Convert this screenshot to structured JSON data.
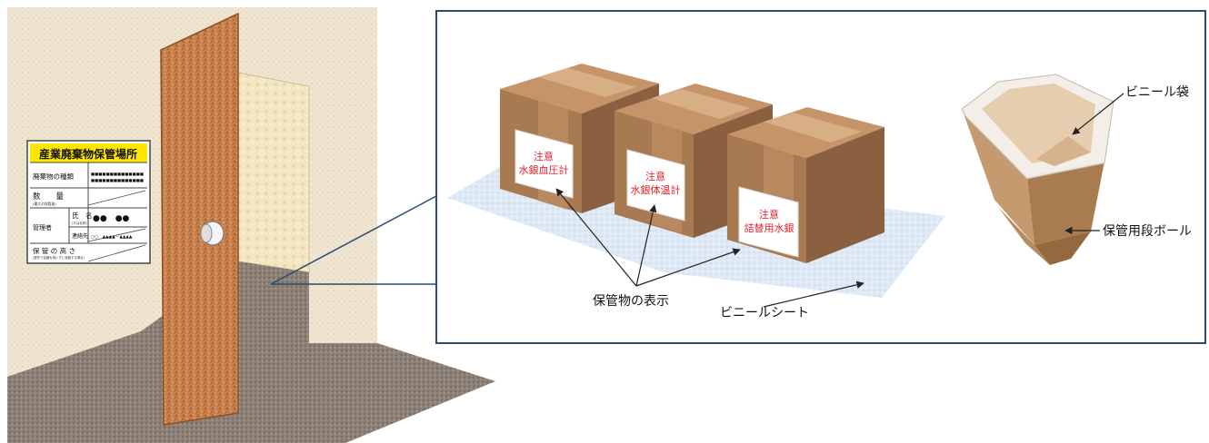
{
  "sign": {
    "title": "産業廃棄物保管場所",
    "row1_label": "廃棄物の種類",
    "row1_value": "■■■■■■■■■■■■■■",
    "row2_label": "数　　量",
    "row2_sub": "(最大の保管量)",
    "row3_group": "管理者",
    "row3a_label": "氏　名",
    "row3a_sub": "(又は名称)",
    "row3a_value": "●●　●●",
    "row3b_label": "連絡先",
    "row3b_value": "○○　▲▲▲▲－▲▲▲▲",
    "row4_label": "保 管 の 高 さ",
    "row4_sub": "(屋外で容器を用いずに保管する場合)"
  },
  "boxes": [
    {
      "line1": "注意",
      "line2": "水銀血圧計"
    },
    {
      "line1": "注意",
      "line2": "水銀体温計"
    },
    {
      "line1": "注意",
      "line2": "詰替用水銀"
    }
  ],
  "callouts": {
    "label_display": "保管物の表示",
    "plastic_sheet": "ビニールシート",
    "plastic_bag": "ビニール袋",
    "cardboard": "保管用段ボール"
  },
  "colors": {
    "wall": "#efe5d0",
    "door": "#c47d4b",
    "floor": "#8a7f76",
    "sign_header": "#ffe600",
    "box": "#a87a52",
    "label_text": "#e0202a",
    "frame": "#2c4a72"
  }
}
